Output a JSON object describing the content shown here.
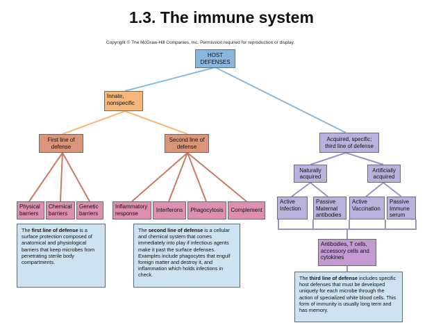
{
  "title": "1.3. The immune system",
  "copyright": "Copyright © The McGraw-Hill Companies, Inc. Permission required for reproduction or display.",
  "nodes": {
    "host": "HOST DEFENSES",
    "innate": "Innate, nonspecific",
    "first": "First line of defense",
    "second": "Second line of defense",
    "acquired": "Acquired, specific; third line of defense",
    "naturally": "Naturally acquired",
    "artificially": "Artificially acquired",
    "physical": "Physical barriers",
    "chemical": "Chemical barriers",
    "genetic": "Genetic barriers",
    "inflammatory": "Inflammatory response",
    "interferons": "Interferons",
    "phagocytosis": "Phagocytosis",
    "complement": "Complement",
    "active_infection": "Active Infection",
    "passive_maternal": "Passive Maternal antibodies",
    "active_vaccination": "Active Vaccination",
    "passive_serum": "Passive Immune serum",
    "antibodies": "Antibodies, T cells, accessory cells and cytokines"
  },
  "descriptions": {
    "first_bold": "first line of defense",
    "first_pre": "The ",
    "first_rest": " is a surface protection composed of anatomical and physiological barriers that keep microbes from penetrating sterile body compartments.",
    "second_bold": "second line of defense",
    "second_pre": "The ",
    "second_rest": " is a cellular and chemical system that comes immediately into play if infectious agents make it past the surface defenses. Examples include phagocytes that engulf foreign matter and destroy it, and inflammation which holds infections in check.",
    "third_bold": "third line of defense",
    "third_pre": "The ",
    "third_rest": " includes specific host defenses that must be developed uniquely for each microbe through the action of specialized white blood cells. This form of immunity is usually long term and has memory."
  },
  "colors": {
    "host": "#8ab7de",
    "innate": "#f5b77a",
    "lines_first_second": "#d9967a",
    "barriers": "#dd8fb2",
    "acquired": "#b9b2dc",
    "description": "#cde3ef"
  }
}
